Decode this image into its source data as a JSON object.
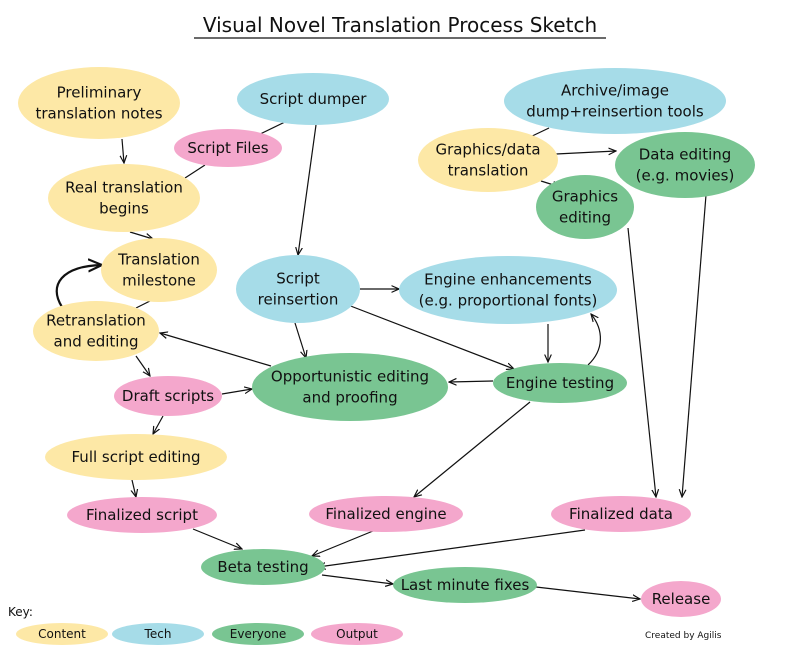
{
  "title": "Visual Novel Translation Process Sketch",
  "colors": {
    "content": "#fde8a6",
    "tech": "#a6dce8",
    "everyone": "#79c592",
    "output": "#f4a7cc",
    "edge": "#111111"
  },
  "nodes": {
    "preliminary_notes": {
      "lines": [
        "Preliminary",
        "translation notes"
      ],
      "category": "content"
    },
    "script_dumper": {
      "lines": [
        "Script dumper"
      ],
      "category": "tech"
    },
    "archive_tools": {
      "lines": [
        "Archive/image",
        "dump+reinsertion tools"
      ],
      "category": "tech"
    },
    "script_files": {
      "lines": [
        "Script Files"
      ],
      "category": "output"
    },
    "graphics_data_translation": {
      "lines": [
        "Graphics/data",
        "translation"
      ],
      "category": "content"
    },
    "data_editing": {
      "lines": [
        "Data editing",
        "(e.g. movies)"
      ],
      "category": "everyone"
    },
    "real_translation": {
      "lines": [
        "Real translation",
        "begins"
      ],
      "category": "content"
    },
    "graphics_editing": {
      "lines": [
        "Graphics",
        "editing"
      ],
      "category": "everyone"
    },
    "translation_milestone": {
      "lines": [
        "Translation",
        "milestone"
      ],
      "category": "content"
    },
    "script_reinsertion": {
      "lines": [
        "Script",
        "reinsertion"
      ],
      "category": "tech"
    },
    "engine_enhancements": {
      "lines": [
        "Engine enhancements",
        "(e.g. proportional fonts)"
      ],
      "category": "tech"
    },
    "retranslation": {
      "lines": [
        "Retranslation",
        "and editing"
      ],
      "category": "content"
    },
    "opportunistic_editing": {
      "lines": [
        "Opportunistic editing",
        "and proofing"
      ],
      "category": "everyone"
    },
    "engine_testing": {
      "lines": [
        "Engine testing"
      ],
      "category": "everyone"
    },
    "draft_scripts": {
      "lines": [
        "Draft scripts"
      ],
      "category": "output"
    },
    "full_script_editing": {
      "lines": [
        "Full script editing"
      ],
      "category": "content"
    },
    "finalized_script": {
      "lines": [
        "Finalized script"
      ],
      "category": "output"
    },
    "finalized_engine": {
      "lines": [
        "Finalized engine"
      ],
      "category": "output"
    },
    "finalized_data": {
      "lines": [
        "Finalized data"
      ],
      "category": "output"
    },
    "beta_testing": {
      "lines": [
        "Beta testing"
      ],
      "category": "everyone"
    },
    "last_minute_fixes": {
      "lines": [
        "Last minute fixes"
      ],
      "category": "everyone"
    },
    "release": {
      "lines": [
        "Release"
      ],
      "category": "output"
    }
  },
  "edges": [
    {
      "from": "preliminary_notes",
      "to": "real_translation"
    },
    {
      "from": "script_dumper",
      "to": "script_files",
      "arrow": false
    },
    {
      "from": "script_files",
      "to": "real_translation",
      "arrow": false
    },
    {
      "from": "script_dumper",
      "to": "script_reinsertion"
    },
    {
      "from": "archive_tools",
      "to": "graphics_data_translation",
      "arrow": false
    },
    {
      "from": "graphics_data_translation",
      "to": "data_editing"
    },
    {
      "from": "graphics_data_translation",
      "to": "graphics_editing"
    },
    {
      "from": "real_translation",
      "to": "translation_milestone"
    },
    {
      "from": "translation_milestone",
      "to": "retranslation",
      "arrow": false
    },
    {
      "from": "retranslation",
      "to": "translation_milestone",
      "curved": true
    },
    {
      "from": "script_reinsertion",
      "to": "engine_enhancements"
    },
    {
      "from": "script_reinsertion",
      "to": "opportunistic_editing"
    },
    {
      "from": "script_reinsertion",
      "to": "engine_testing"
    },
    {
      "from": "engine_enhancements",
      "to": "engine_testing"
    },
    {
      "from": "engine_testing",
      "to": "engine_enhancements",
      "curved": true
    },
    {
      "from": "engine_testing",
      "to": "opportunistic_editing"
    },
    {
      "from": "opportunistic_editing",
      "to": "retranslation"
    },
    {
      "from": "retranslation",
      "to": "draft_scripts"
    },
    {
      "from": "draft_scripts",
      "to": "opportunistic_editing"
    },
    {
      "from": "draft_scripts",
      "to": "full_script_editing"
    },
    {
      "from": "full_script_editing",
      "to": "finalized_script"
    },
    {
      "from": "engine_testing",
      "to": "finalized_engine"
    },
    {
      "from": "graphics_editing",
      "to": "finalized_data"
    },
    {
      "from": "data_editing",
      "to": "finalized_data"
    },
    {
      "from": "finalized_script",
      "to": "beta_testing"
    },
    {
      "from": "finalized_engine",
      "to": "beta_testing"
    },
    {
      "from": "finalized_data",
      "to": "beta_testing"
    },
    {
      "from": "beta_testing",
      "to": "last_minute_fixes"
    },
    {
      "from": "last_minute_fixes",
      "to": "release"
    }
  ],
  "key": {
    "label": "Key:",
    "items": [
      {
        "label": "Content",
        "category": "content"
      },
      {
        "label": "Tech",
        "category": "tech"
      },
      {
        "label": "Everyone",
        "category": "everyone"
      },
      {
        "label": "Output",
        "category": "output"
      }
    ]
  },
  "credit": "Created by Agilis"
}
